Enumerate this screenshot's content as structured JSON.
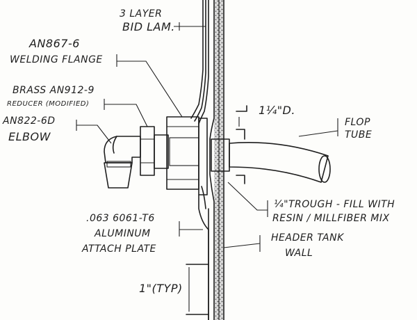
{
  "labels": {
    "bid_line_1": "3 LAYER",
    "bid_line_2": "BID LAM.",
    "flange_1": "AN867-6",
    "flange_2": "WELDING FLANGE",
    "reducer_1": "BRASS AN912-9",
    "reducer_2": "REDUCER (MODIFIED)",
    "elbow_1": "AN822-6D",
    "elbow_2": "ELBOW",
    "diameter": "1¼\"D.",
    "flop_1": "FLOP",
    "flop_2": "TUBE",
    "trough_1": "¼\"TROUGH - FILL WITH",
    "trough_2": "RESIN / MILLFIBER MIX",
    "plate_1": ".063 6061-T6",
    "plate_2": "ALUMINUM",
    "plate_3": "ATTACH PLATE",
    "wall_1": "HEADER TANK",
    "wall_2": "WALL",
    "spacing": "1\"(TYP)"
  }
}
